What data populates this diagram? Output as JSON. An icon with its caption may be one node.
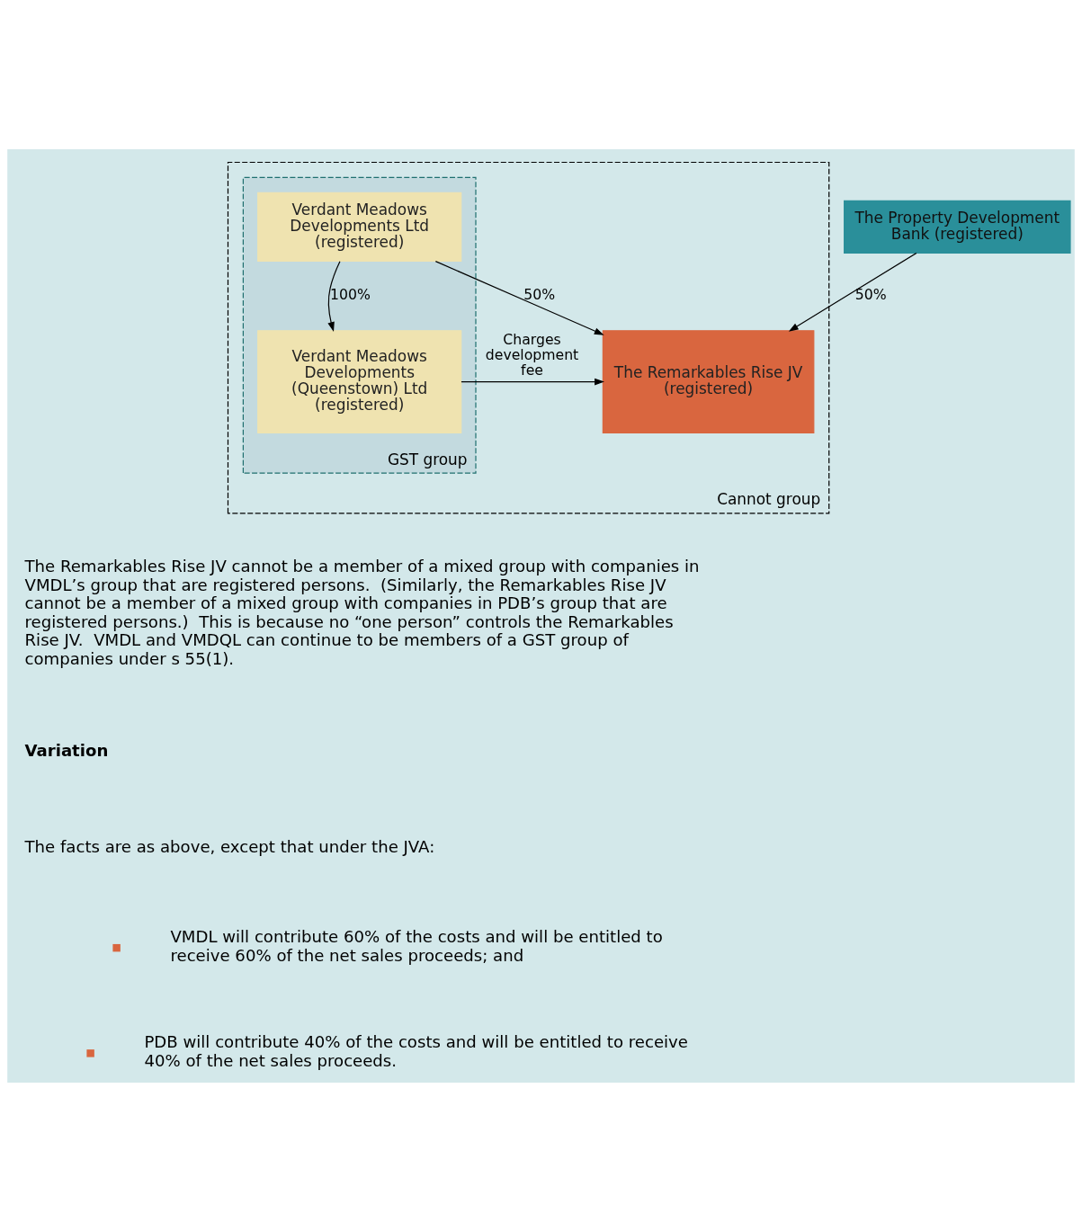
{
  "diagram": {
    "nodes": [
      {
        "text": [
          "Cannot group"
        ]
      },
      {
        "text": [
          "GST group"
        ],
        "in": 0
      },
      {
        "text": [
          "Verdant Meadows Developments Ltd (registered)"
        ],
        "in": 1
      },
      {
        "text": [
          "Verdant Meadows Developments (Queenstown) Ltd (registered)"
        ],
        "in": 1
      },
      {
        "text": [
          "The Remarkables Rise JV (registered)"
        ],
        "in": 0
      },
      {
        "text": [
          "The Property Development Bank (registered)"
        ]
      }
    ],
    "edges": [
      {
        "from": 2,
        "to": 3,
        "arrow": "to",
        "label": "100%"
      },
      {
        "from": 2,
        "to": 4,
        "arrow": "to",
        "label": "50%"
      },
      {
        "from": 5,
        "to": 4,
        "arrow": "to",
        "label": "50%"
      },
      {
        "from": 3,
        "to": 4,
        "arrow": "to",
        "label": "Charges development fee"
      }
    ],
    "labels": [
      "The Remarkables Rise JV cannot be a member of a mixed group with companies in VMDL’s group that are registered persons.  (Similarly, the Remarkables Rise JV cannot be a member of a mixed group with companies in PDB’s group that are registered persons.)  This is because no “one person” controls the Remarkables Rise JV.  VMDL and VMDQL can continue to be members of a GST group of companies under s 55(1).",
      "Variation",
      "The facts are as above, except that under the JVA:",
      "VMDL will contribute 60% of the costs and will be entitled to receive 60% of the net sales proceeds; and",
      "PDB will contribute 40% of the costs and will be entitled to receive 40% of the net sales proceeds."
    ]
  }
}
